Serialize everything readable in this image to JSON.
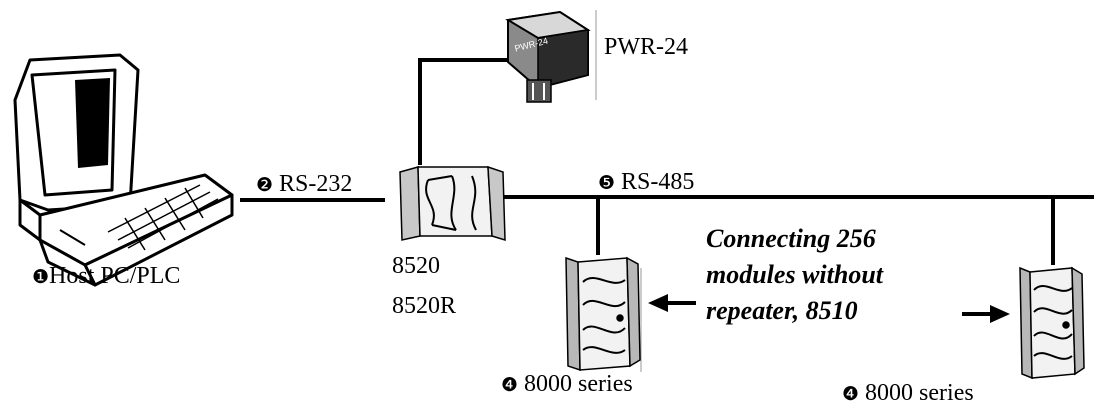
{
  "host": {
    "marker": "❶",
    "label": "Host PC/PLC"
  },
  "rs232": {
    "marker": "❷",
    "label": "RS-232"
  },
  "rs485": {
    "marker": "❺",
    "label": "RS-485"
  },
  "converter": {
    "model1": "8520",
    "model2": "8520R"
  },
  "power": {
    "label": "PWR-24",
    "device_text": "PWR-24"
  },
  "modules": [
    {
      "marker": "❹",
      "label": "8000 series"
    },
    {
      "marker": "❹",
      "label": "8000 series"
    }
  ],
  "note": {
    "line1": "Connecting 256",
    "line2": "modules without",
    "line3": "repeater, 8510"
  },
  "colors": {
    "line": "#000000",
    "device_dark": "#1a1a1a",
    "device_mid": "#8a8a8a",
    "device_light": "#d8d8d8"
  },
  "icons": [
    "computer-icon",
    "power-supply-icon",
    "converter-icon",
    "io-module-icon",
    "arrow-left-icon",
    "arrow-right-icon"
  ]
}
